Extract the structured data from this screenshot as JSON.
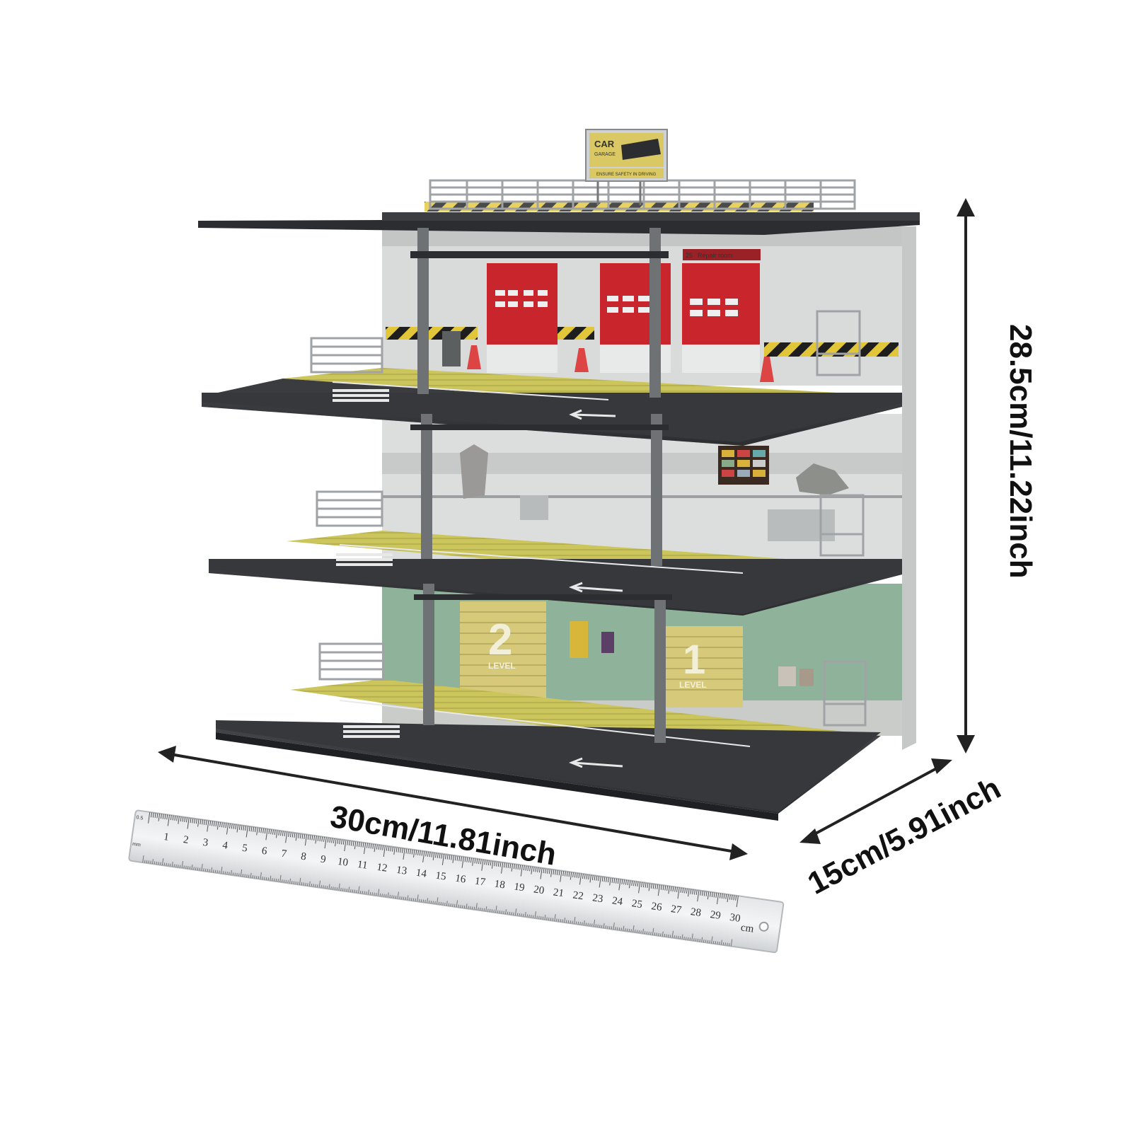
{
  "billboard": {
    "brand": "CAR",
    "sub": "GARAGE",
    "warning": "ENSURE SAFETY IN DRIVING"
  },
  "floors": {
    "top_sign": "Repair room",
    "top_sign_num": "25",
    "bottom_door_left_num": "2",
    "bottom_door_left_word": "LEVEL",
    "bottom_door_right_num": "1",
    "bottom_door_right_word": "LEVEL"
  },
  "dimensions": {
    "height": "28.5cm/11.22inch",
    "width": "30cm/11.81inch",
    "depth": "15cm/5.91inch"
  },
  "ruler": {
    "numbers": [
      "1",
      "2",
      "3",
      "4",
      "5",
      "6",
      "7",
      "8",
      "9",
      "10",
      "11",
      "12",
      "13",
      "14",
      "15",
      "16",
      "17",
      "18",
      "19",
      "20",
      "21",
      "22",
      "23",
      "24",
      "25",
      "26",
      "27",
      "28",
      "29",
      "30"
    ],
    "unit": "cm",
    "corner_top": "0.5",
    "corner_mm": "mm"
  },
  "colors": {
    "slab": "#3a3b3e",
    "slab_edge": "#222326",
    "parking_yellow": "#c9c35a",
    "door_red": "#c8262c",
    "wall_gray": "#d6d8d6",
    "wall_green": "#8fb39a",
    "pillar": "#7a7d80",
    "arrow": "#2a2a2a"
  }
}
